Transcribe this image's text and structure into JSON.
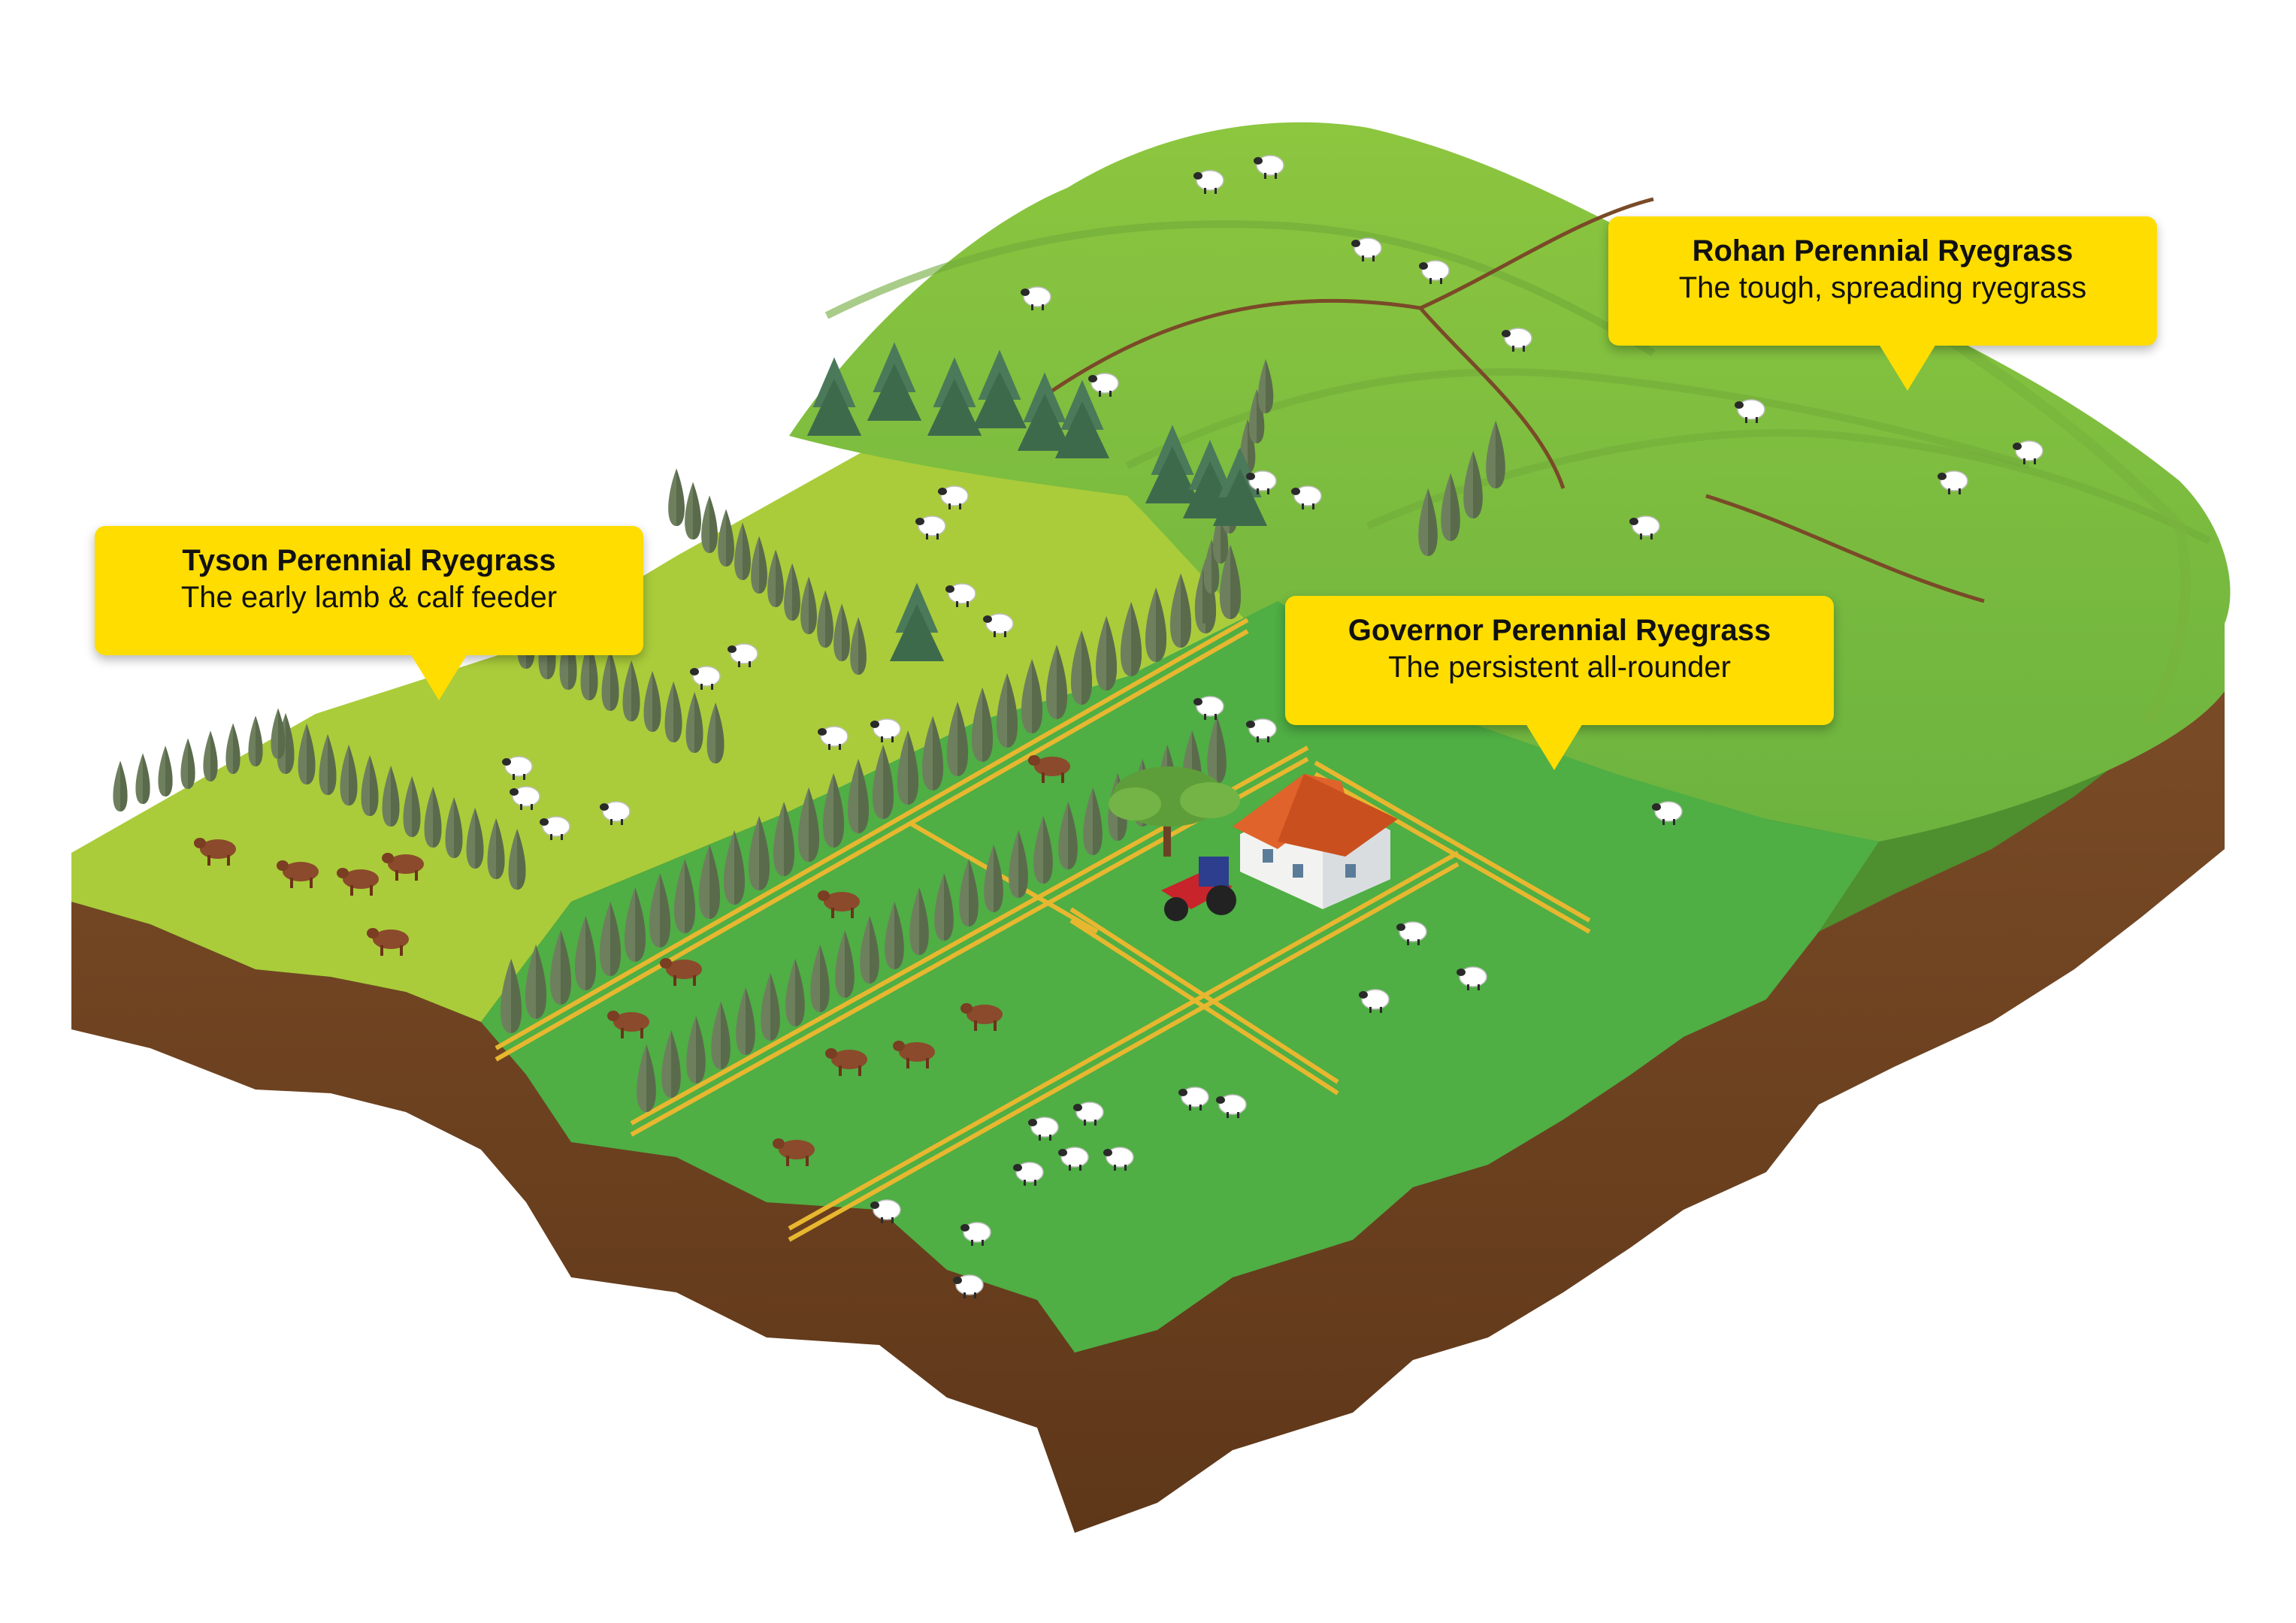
{
  "callouts": {
    "tyson": {
      "title": "Tyson Perennial Ryegrass",
      "subtitle": "The early lamb & calf feeder"
    },
    "rohan": {
      "title": "Rohan Perennial Ryegrass",
      "subtitle": "The tough, spreading ryegrass"
    },
    "governor": {
      "title": "Governor Perennial Ryegrass",
      "subtitle": "The persistent all-rounder"
    }
  },
  "colors": {
    "callout_fill": "#FFDD00",
    "soil": "#6E4423",
    "soil_dark": "#5A3519",
    "light_pasture": "#A8CC3A",
    "mid_pasture": "#4FAE44",
    "hill": "#8CC63F",
    "hill_dark": "#6FAF37",
    "fence": "#E8B730",
    "tree": "#6E7F5E",
    "pine": "#4A7A5A",
    "cattle": "#8B4A2B",
    "sheep": "#FFFFFF",
    "roof": "#E0632B",
    "tractor": "#C8242B"
  },
  "icons": [
    "cypress-tree-icon",
    "pine-tree-icon",
    "sheep-icon",
    "cattle-icon",
    "farmhouse-icon",
    "tractor-icon",
    "fence-icon",
    "deciduous-tree-icon"
  ]
}
